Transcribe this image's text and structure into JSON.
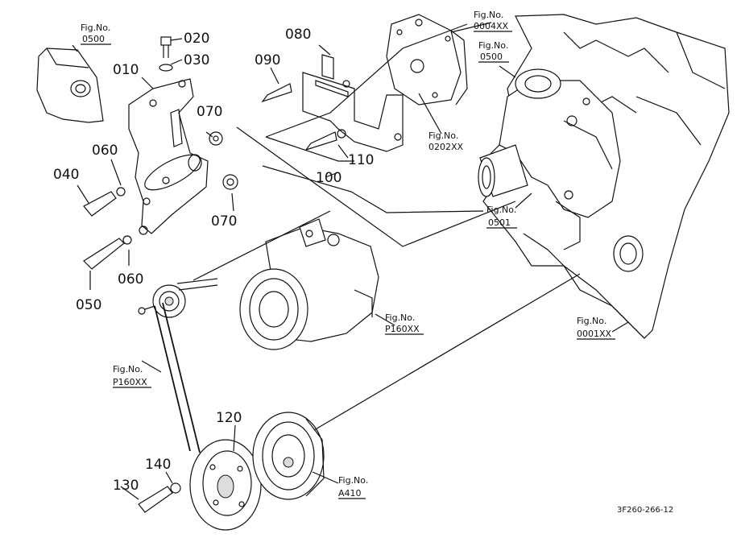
{
  "parts": {
    "p010": "010",
    "p020": "020",
    "p030": "030",
    "p040": "040",
    "p050": "050",
    "p060a": "060",
    "p060b": "060",
    "p070a": "070",
    "p070b": "070",
    "p080": "080",
    "p090": "090",
    "p100": "100",
    "p110": "110",
    "p120": "120",
    "p130": "130",
    "p140": "140"
  },
  "figrefs": {
    "fig_label": "Fig.No.",
    "r0500a": "0500",
    "r0004": "0004XX",
    "r0500b": "0500",
    "r0202": "0202XX",
    "r0501": "0501",
    "rP160a": "P160XX",
    "rP160b": "P160XX",
    "r0001": "0001XX",
    "rA410": "A410"
  },
  "footer": {
    "code": "3F260-266-12"
  },
  "icons": [
    "bracket",
    "bolt",
    "washer",
    "spacer",
    "pulley",
    "belt",
    "compressor",
    "engine-block",
    "water-pump",
    "tensioner"
  ]
}
